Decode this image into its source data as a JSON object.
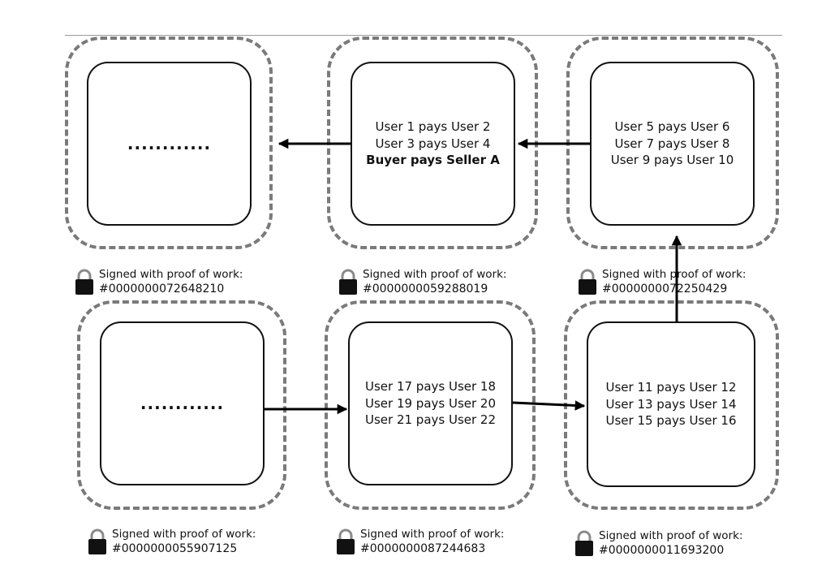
{
  "blocks": [
    {
      "id": "top-left",
      "lines": [],
      "ellipsis": "............",
      "signature": {
        "label": "Signed with proof of work:",
        "hash": "#0000000072648210"
      }
    },
    {
      "id": "top-middle",
      "lines": [
        {
          "text": "User 1 pays User 2",
          "bold": false
        },
        {
          "text": "User 3 pays User 4",
          "bold": false
        },
        {
          "text": "Buyer pays Seller A",
          "bold": true
        }
      ],
      "ellipsis": "",
      "signature": {
        "label": "Signed with proof of work:",
        "hash": "#0000000059288019"
      }
    },
    {
      "id": "top-right",
      "lines": [
        {
          "text": "User 5 pays User 6",
          "bold": false
        },
        {
          "text": "User 7 pays User 8",
          "bold": false
        },
        {
          "text": "User 9 pays User 10",
          "bold": false
        }
      ],
      "ellipsis": "",
      "signature": {
        "label": "Signed with proof of work:",
        "hash": "#0000000072250429"
      }
    },
    {
      "id": "bottom-left",
      "lines": [],
      "ellipsis": "............",
      "signature": {
        "label": "Signed with proof of work:",
        "hash": "#0000000055907125"
      }
    },
    {
      "id": "bottom-middle",
      "lines": [
        {
          "text": "User 17 pays User 18",
          "bold": false
        },
        {
          "text": "User 19 pays User 20",
          "bold": false
        },
        {
          "text": "User 21 pays User 22",
          "bold": false
        }
      ],
      "ellipsis": "",
      "signature": {
        "label": "Signed with proof of work:",
        "hash": "#0000000087244683"
      }
    },
    {
      "id": "bottom-right",
      "lines": [
        {
          "text": "User 11 pays User 12",
          "bold": false
        },
        {
          "text": "User 13 pays User 14",
          "bold": false
        },
        {
          "text": "User 15 pays User 16",
          "bold": false
        }
      ],
      "ellipsis": "",
      "signature": {
        "label": "Signed with proof of work:",
        "hash": "#0000000011693200"
      }
    }
  ],
  "colors": {
    "dashed_border": "#7a7a7a",
    "box_border": "#111111",
    "arrow": "#000000"
  }
}
